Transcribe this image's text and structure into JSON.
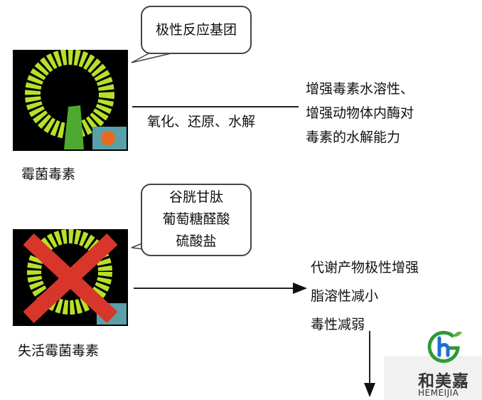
{
  "toxin": {
    "label": "霉菌毒素",
    "bubble": "极性反应基团",
    "arrow_label": "氧化、还原、水解",
    "result": [
      "增强毒素水溶性、",
      "增强动物体内酶对",
      "毒素的水解能力"
    ]
  },
  "inactivated": {
    "label": "失活霉菌毒素",
    "bubble": [
      "谷胱甘肽",
      "葡萄糖醛酸",
      "硫酸盐"
    ],
    "result": [
      "代谢产物极性增强",
      "脂溶性减小",
      "毒性减弱"
    ]
  },
  "logo": {
    "name": "和美嘉",
    "latin": "HEMEIJIA",
    "green": "#2e9a3a",
    "blue": "#1e6fd0"
  }
}
